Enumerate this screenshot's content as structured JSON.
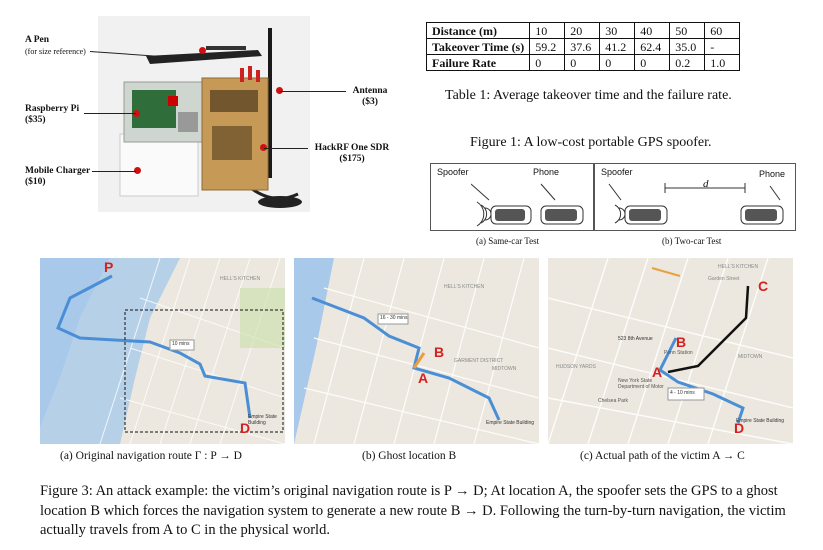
{
  "figure1": {
    "labels": {
      "pen": "A Pen",
      "pen_note": "(for size reference)",
      "rpi": "Raspberry Pi",
      "rpi_price": "($35)",
      "charger": "Mobile Charger",
      "charger_price": "($10)",
      "antenna": "Antenna",
      "antenna_price": "($3)",
      "hackrf": "HackRF One SDR",
      "hackrf_price": "($175)"
    },
    "caption": "Figure 1: A low-cost portable GPS spoofer."
  },
  "table1": {
    "headers": [
      "Distance (m)",
      "10",
      "20",
      "30",
      "40",
      "50",
      "60"
    ],
    "rows": [
      [
        "Takeover Time (s)",
        "59.2",
        "37.6",
        "41.2",
        "62.4",
        "35.0",
        "-"
      ],
      [
        "Failure Rate",
        "0",
        "0",
        "0",
        "0",
        "0.2",
        "1.0"
      ]
    ],
    "caption": "Table 1: Average takeover time and the failure rate."
  },
  "figure2": {
    "a": {
      "spoofer": "Spoofer",
      "phone": "Phone",
      "caption": "(a) Same-car Test"
    },
    "b": {
      "spoofer": "Spoofer",
      "phone": "Phone",
      "distance": "d",
      "caption": "(b) Two-car Test"
    }
  },
  "figure3": {
    "maps": [
      {
        "caption": "(a) Original navigation route Γ : P → D",
        "markers": [
          "P",
          "D"
        ],
        "street_labels": [
          "HELL'S KITCHEN",
          "Empire State Building",
          "10 mins"
        ]
      },
      {
        "caption": "(b) Ghost location B",
        "markers": [
          "B",
          "A"
        ],
        "street_labels": [
          "HELL'S KITCHEN",
          "GARMENT DISTRICT",
          "MIDTOWN",
          "Empire State Building",
          "16 - 30 mins"
        ]
      },
      {
        "caption": "(c) Actual path of the victim A → C",
        "markers": [
          "C",
          "B",
          "A",
          "D"
        ],
        "street_labels": [
          "HELL'S KITCHEN",
          "Garden Street",
          "523 8th Avenue",
          "MIDTOWN",
          "HUDSON YARDS",
          "New York State Department of Motor",
          "Chelsea Park",
          "Empire State Building",
          "4 - 10 mins",
          "Penn Station"
        ]
      }
    ],
    "caption": "Figure 3: An attack example: the victim’s original navigation route is P → D; At location A, the spoofer sets the GPS to a ghost location B which forces the navigation system to generate a new route B → D. Following the turn-by-turn navigation, the victim actually travels from A to C in the physical world."
  },
  "colors": {
    "route_blue": "#4a8fd6",
    "route_black": "#111111",
    "marker_red": "#d42020",
    "water": "#a9c9ea",
    "park": "#c8dfa8",
    "map_bg": "#ece8df"
  }
}
